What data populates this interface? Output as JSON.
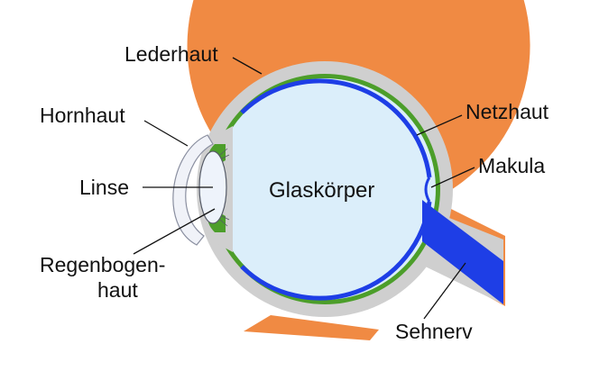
{
  "labels": {
    "lederhaut": "Lederhaut",
    "hornhaut": "Hornhaut",
    "linse": "Linse",
    "regenbogenhaut_line1": "Regenbogen-",
    "regenbogenhaut_line2": "haut",
    "netzhaut": "Netzhaut",
    "makula": "Makula",
    "sehnerv": "Sehnerv",
    "glaskoerper": "Glaskörper"
  },
  "colors": {
    "outer_skin": "#f08a43",
    "sclera": "#cfcfcf",
    "choroid": "#4c9e2a",
    "retina": "#1e3ee6",
    "vitreous": "#dbeefa",
    "cornea": "#f0f2f8",
    "lens": "#eef3fb",
    "leader_line": "#111111"
  }
}
